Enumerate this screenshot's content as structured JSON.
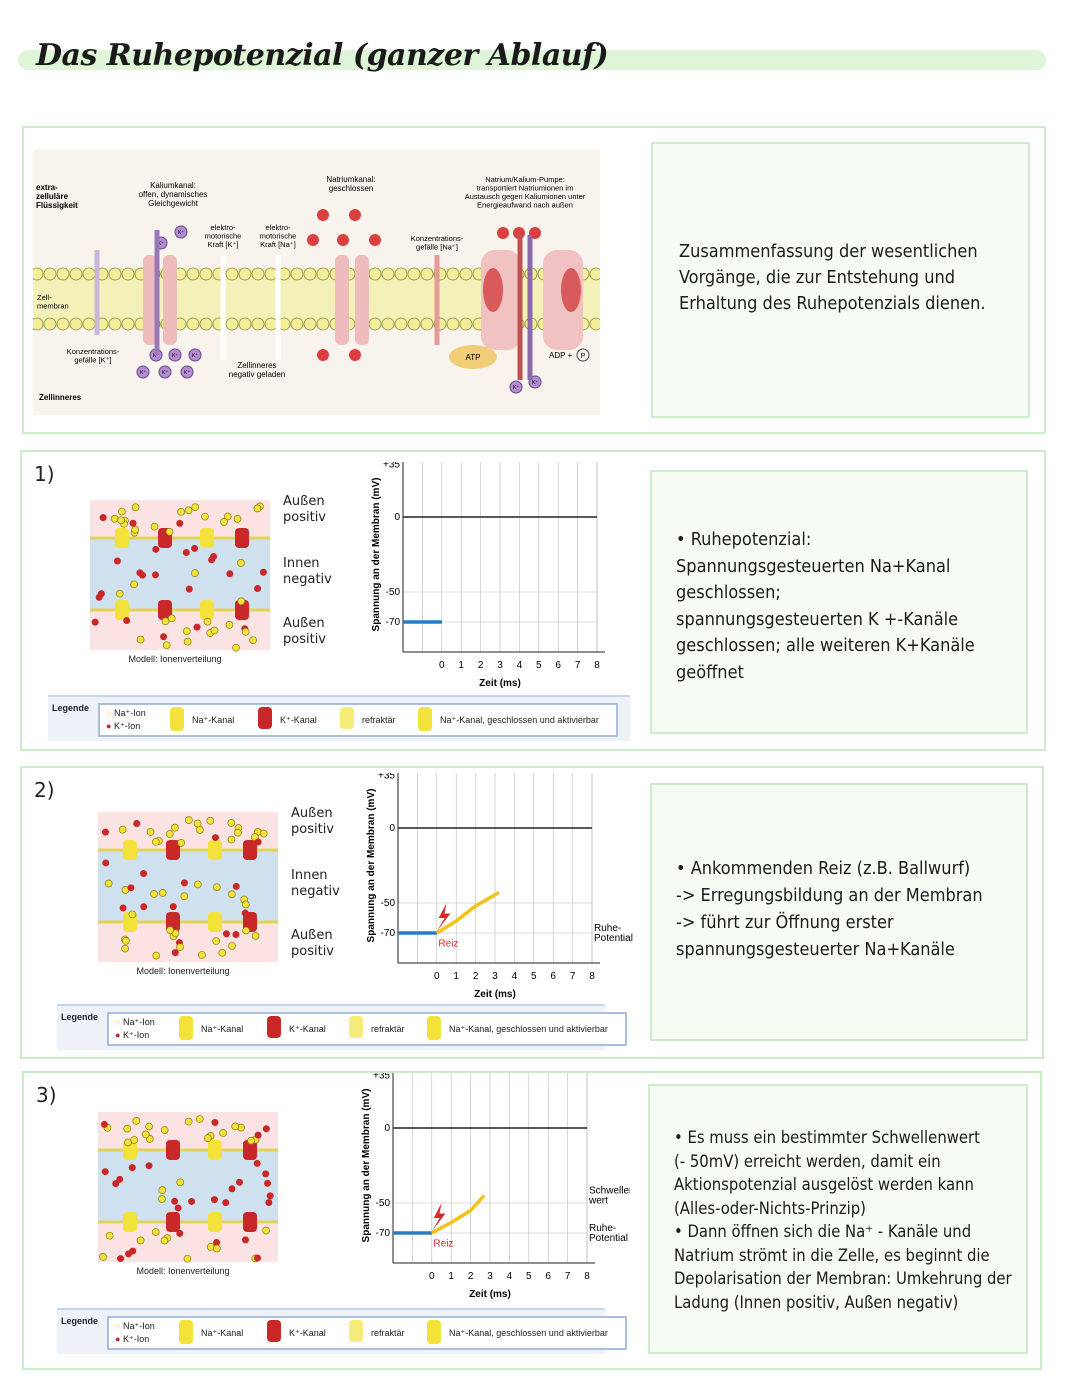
{
  "title": "Das Ruhepotenzial (ganzer Ablauf)",
  "summary": {
    "text": "Zusammenfassung der wesentlichen\nVorgänge, die zur Entstehung und\nErhaltung des Ruhepotenzials dienen.",
    "figure": {
      "extra": "extra-\nzelluläre\nFlüssigkeit",
      "kanal": "Kaliumkanal:\noffen, dynamisches\nGleichgewicht",
      "emk": "elektro-\nmotorische\nKraft [K⁺]",
      "emna": "elektro-\nmotorische\nKraft [Na⁺]",
      "nakanal": "Natriumkanal:\ngeschlossen",
      "pumpe": "Natrium/Kalium-Pumpe:\ntransportiert Natriumionen im\nAustausch gegen Kaliumionen unter\nEnergieaufwand nach außen",
      "kgna": "Konzentrations-\ngefälle [Na⁺]",
      "zellm": "Zell-\nmembran",
      "kgk": "Konzentrations-\ngefälle [K⁺]",
      "neg": "Zellinneres\nnegativ geladen",
      "inner": "Zellinneres",
      "atp": "ATP",
      "adp": "ADP +",
      "p": "P",
      "k": "K⁺",
      "na": "Na⁺"
    }
  },
  "common": {
    "aussen": "Außen\npositiv",
    "innen": "Innen\nnegativ",
    "model_caption": "Modell: Ionenverteilung",
    "ylabel": "Spannung an der Membran (mV)",
    "xlabel": "Zeit (ms)",
    "yticks": [
      "+35",
      "0",
      "-50",
      "-70"
    ],
    "xticks": [
      "0",
      "1",
      "2",
      "3",
      "4",
      "5",
      "6",
      "7",
      "8"
    ],
    "reiz": "Reiz",
    "ruhe": "Ruhe-\nPotential",
    "schwelle": "Schwellen-\nwert",
    "legend": {
      "title": "Legende",
      "na_ion": "Na⁺-Ion",
      "k_ion": "K⁺-Ion",
      "na_kanal": "Na⁺-Kanal",
      "k_kanal": "K⁺-Kanal",
      "refraktaer": "refraktär",
      "na_closed": "Na⁺-Kanal, geschlossen und aktivierbar"
    },
    "colors": {
      "blue": "#2a7bc4",
      "yellow": "#f2c418",
      "red": "#d42c2c",
      "green_border": "#cdeccc"
    }
  },
  "panels": [
    {
      "number": "1)",
      "text": "• Ruhepotenzial:\n  Spannungsgesteuerten Na+Kanal\n  geschlossen;\n  spannungsgesteuerten K +-Kanäle\n  geschlossen; alle weiteren K+Kanäle\n  geöffnet",
      "rest": [
        [
          -2,
          -70
        ],
        [
          0,
          -70
        ]
      ],
      "rise": [],
      "labels": []
    },
    {
      "number": "2)",
      "text": "• Ankommenden Reiz (z.B. Ballwurf)\n-> Erregungsbildung an der Membran\n-> führt zur Öffnung erster\n    spannungsgesteuerter Na+Kanäle",
      "rest": [
        [
          -2,
          -70
        ],
        [
          0,
          -70
        ]
      ],
      "rise": [
        [
          0,
          -70
        ],
        [
          1,
          -62
        ],
        [
          2,
          -52
        ],
        [
          3.2,
          -43
        ]
      ],
      "labels": [
        "reiz",
        "ruhe"
      ]
    },
    {
      "number": "3)",
      "text": "• Es muss ein bestimmter Schwellenwert\n  (- 50mV) erreicht werden, damit ein\n  Aktionspotenzial ausgelöst werden kann\n  (Alles-oder-Nichts-Prinzip)\n• Dann öffnen sich die Na⁺ - Kanäle und\n  Natrium strömt in die Zelle, es beginnt die\n  Depolarisation der Membran: Umkehrung der\n  Ladung (Innen positiv, Außen negativ)",
      "rest": [
        [
          -2,
          -70
        ],
        [
          0,
          -70
        ]
      ],
      "rise": [
        [
          0,
          -70
        ],
        [
          1,
          -63
        ],
        [
          2,
          -55
        ],
        [
          2.7,
          -45
        ]
      ],
      "labels": [
        "reiz",
        "ruhe",
        "schwelle"
      ]
    }
  ]
}
